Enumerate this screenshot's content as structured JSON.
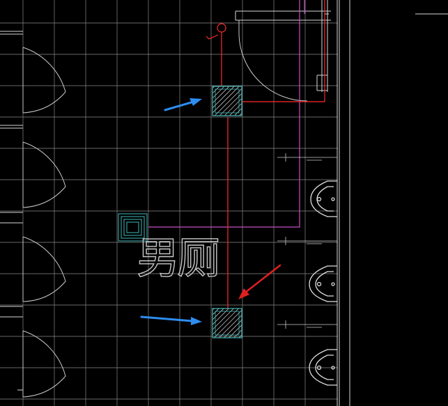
{
  "drawing": {
    "room_label": "男厕",
    "colors": {
      "background": "#000000",
      "grid": "#8a8a8a",
      "walls": "#d8d8d8",
      "door_swing": "#c8c8c8",
      "pipe_red": "#ff2a2a",
      "duct_magenta": "#c850c8",
      "shaft_cyan": "#3fb8b8",
      "arrow_blue": "#2e8df0",
      "arrow_red": "#e02020",
      "fixture": "#e0e0e0"
    },
    "elements": {
      "grid_icon": "floor-tile-grid",
      "shaft_icon": "hatched-pipe-shaft",
      "urinal_icon": "wall-urinal",
      "door_icon": "door-swing-arc",
      "vent_icon": "floor-vent",
      "arrow_icon": "callout-arrow"
    }
  }
}
